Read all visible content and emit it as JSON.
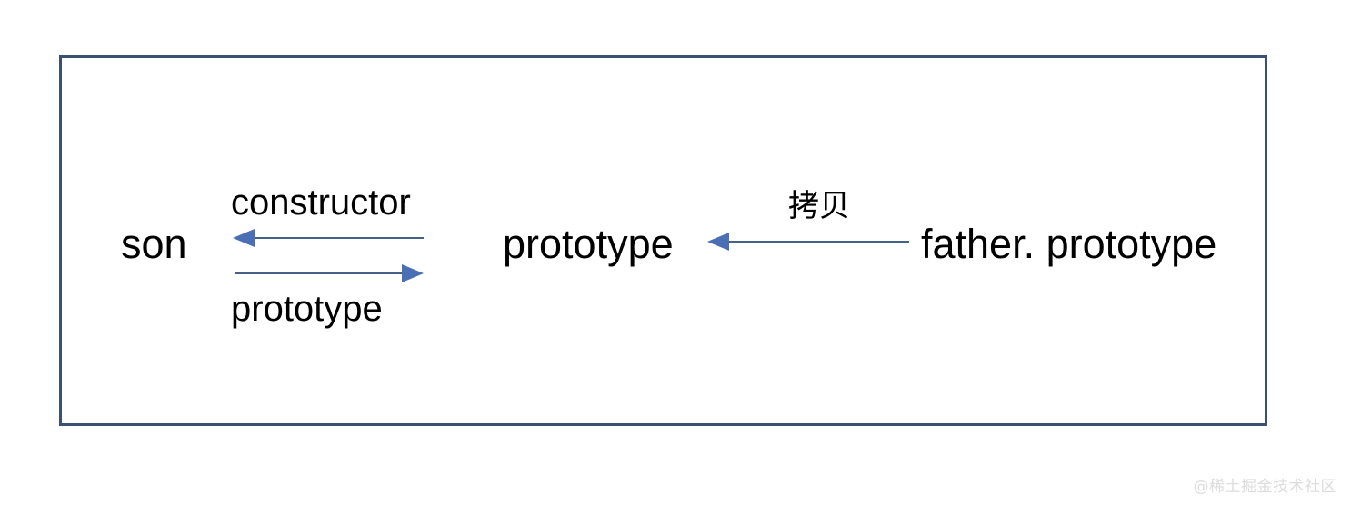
{
  "diagram": {
    "type": "prototype-chain-diagram",
    "frame": {
      "border_color": "#3c5070"
    },
    "nodes": [
      {
        "id": "son",
        "label": "son"
      },
      {
        "id": "prototype",
        "label": "prototype"
      },
      {
        "id": "father_prototype",
        "label": "father. prototype"
      }
    ],
    "edges": [
      {
        "id": "constructor-edge",
        "label": "constructor",
        "from": "prototype",
        "to": "son",
        "direction": "left",
        "color": "#456286",
        "arrowhead_color": "#4a6fb5"
      },
      {
        "id": "prototype-edge",
        "label": "prototype",
        "from": "son",
        "to": "prototype",
        "direction": "right",
        "color": "#456286",
        "arrowhead_color": "#4a6fb5"
      },
      {
        "id": "copy-edge",
        "label": "拷贝",
        "from": "father_prototype",
        "to": "prototype",
        "direction": "left",
        "color": "#456286",
        "arrowhead_color": "#4a6fb5"
      }
    ]
  },
  "watermark": {
    "text": "@稀土掘金技术社区"
  }
}
